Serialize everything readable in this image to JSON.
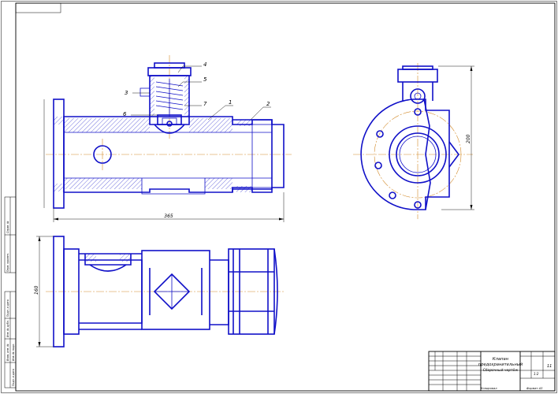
{
  "stamp_code": "",
  "callouts": [
    "1",
    "2",
    "3",
    "4",
    "5",
    "6",
    "7"
  ],
  "dimensions": {
    "length": "365",
    "height": "200",
    "width": "160"
  },
  "title_block": {
    "title_lines": [
      "Клапан",
      "предохранительный",
      "Сборочный чертёж"
    ],
    "sheet": "11",
    "scale": "1:2",
    "copied_label": "Копировал",
    "format_label": "Формат  А3"
  },
  "left_strip_labels": [
    "Перв. примен.",
    "Справ. №",
    "Подп. и дата",
    "Инв. № дубл.",
    "Взам. инв. №",
    "Подп. и дата",
    "Инв. № подл."
  ],
  "colors": {
    "part": "#1010c8",
    "frame": "#000000",
    "axis": "#d28a2a"
  }
}
